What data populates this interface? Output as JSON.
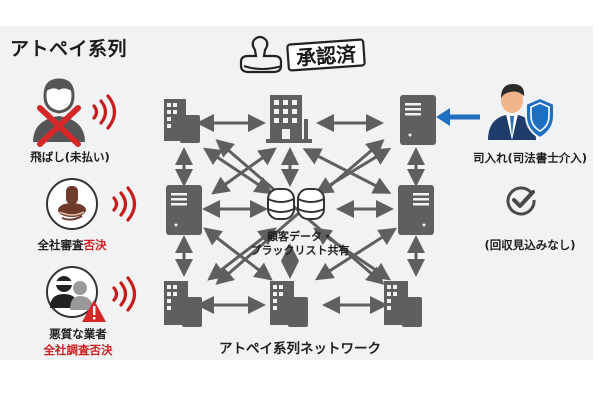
{
  "title": "アトペイ系列",
  "stamp": {
    "label": "承認済",
    "icon": "stamp-icon"
  },
  "left_items": [
    {
      "icon": "person-crossed-icon",
      "label": "飛ばし(未払い)",
      "label_red": ""
    },
    {
      "icon": "stamp-circle-icon",
      "label": "全社審査",
      "label_red": "否決"
    },
    {
      "icon": "bad-actors-warning-icon",
      "label": "悪質な業者",
      "label_red": "全社調査否決"
    }
  ],
  "network": {
    "caption": "アトペイ系列ネットワーク",
    "center_label_line1": "顧客データ・",
    "center_label_line2": "ブラックリスト共有",
    "nodes": [
      {
        "id": "top-left",
        "icon": "building-server-icon"
      },
      {
        "id": "top-center",
        "icon": "building-icon"
      },
      {
        "id": "top-right",
        "icon": "server-icon"
      },
      {
        "id": "mid-left",
        "icon": "server-icon"
      },
      {
        "id": "mid-right",
        "icon": "server-icon"
      },
      {
        "id": "bottom-left",
        "icon": "building-server-icon"
      },
      {
        "id": "bottom-center",
        "icon": "building-server-icon"
      },
      {
        "id": "bottom-right",
        "icon": "building-server-icon"
      }
    ]
  },
  "right_items": {
    "lawyer_label": "司入れ(司法書士介入)",
    "check_label": "(回収見込みなし)"
  },
  "colors": {
    "icon_gray": "#5f5f5f",
    "signal_red": "#c41e1e",
    "arrow_blue": "#1f6fc0",
    "panel_bg": "#f1f2f3"
  }
}
